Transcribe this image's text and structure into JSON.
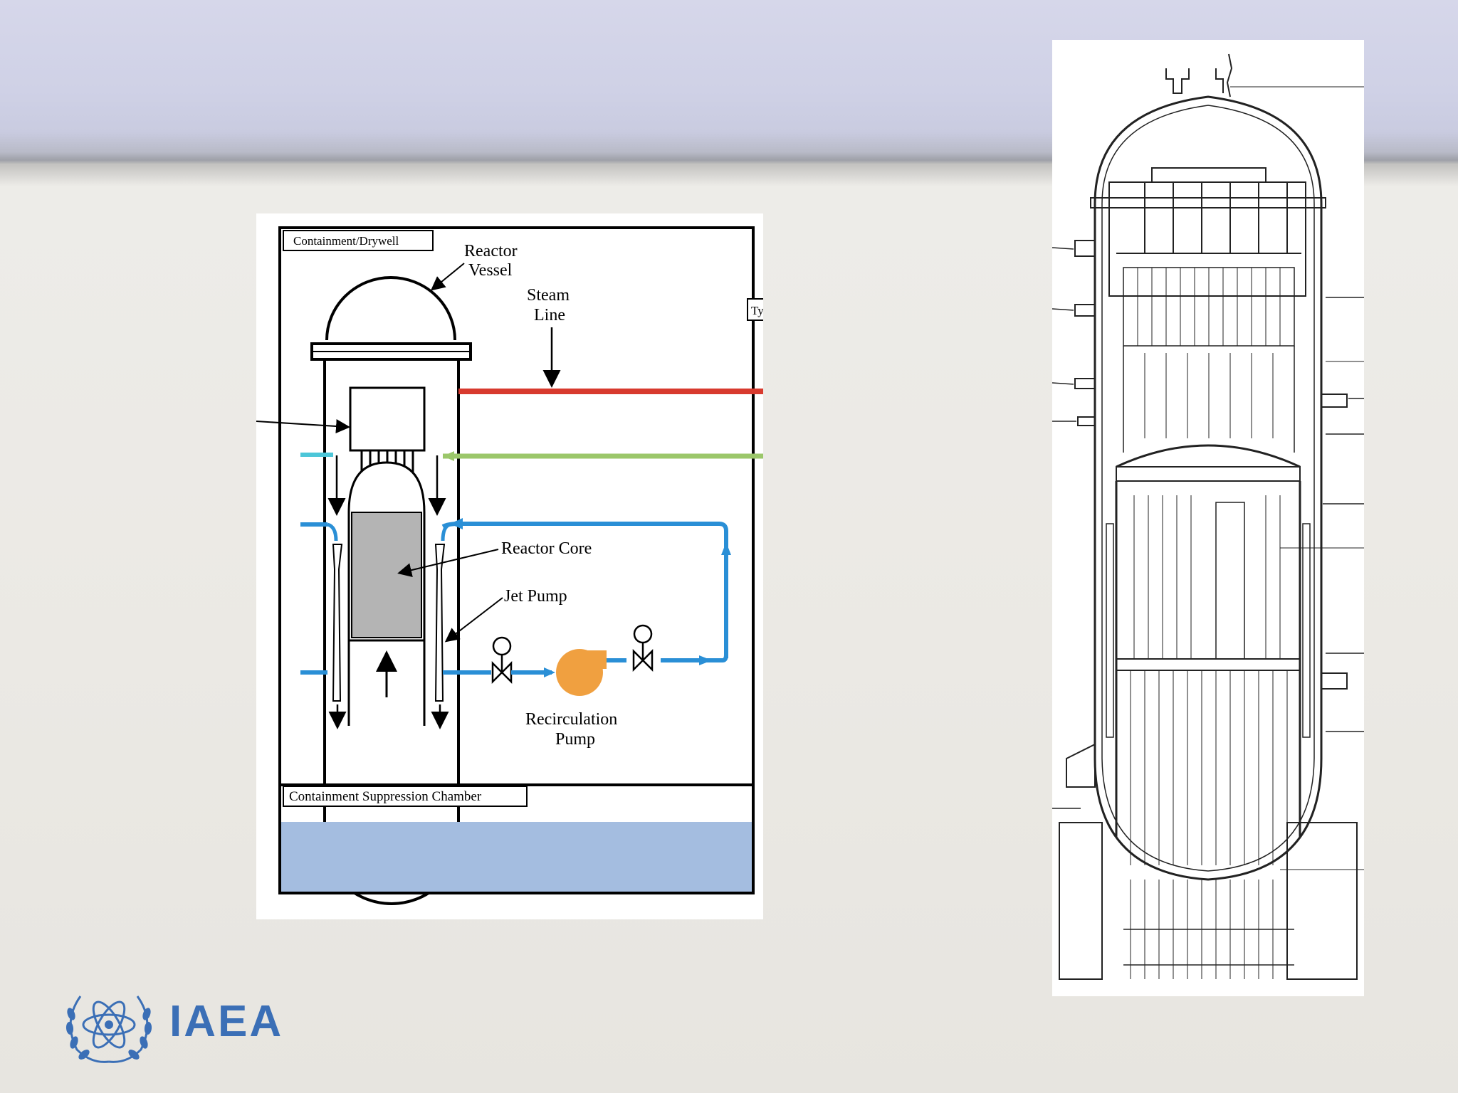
{
  "labels": {
    "containment_drywell": "Containment/Drywell",
    "reactor_vessel_line1": "Reactor",
    "reactor_vessel_line2": "Vessel",
    "steam_line_line1": "Steam",
    "steam_line_line2": "Line",
    "reactor_core": "Reactor Core",
    "jet_pump": "Jet Pump",
    "recirculation_pump_line1": "Recirculation",
    "recirculation_pump_line2": "Pump",
    "suppression_chamber": "Containment Suppression Chamber",
    "truncated_label": "Ty"
  },
  "logo": {
    "text": "IAEA"
  },
  "colors": {
    "steam_line": "#d83a2e",
    "feedwater_line": "#9bc76a",
    "recirc_line": "#2a8fd6",
    "pump": "#f0a040",
    "core": "#b4b4b4",
    "suppression_pool": "#a4bde0",
    "logo_blue": "#3b6fb6"
  }
}
